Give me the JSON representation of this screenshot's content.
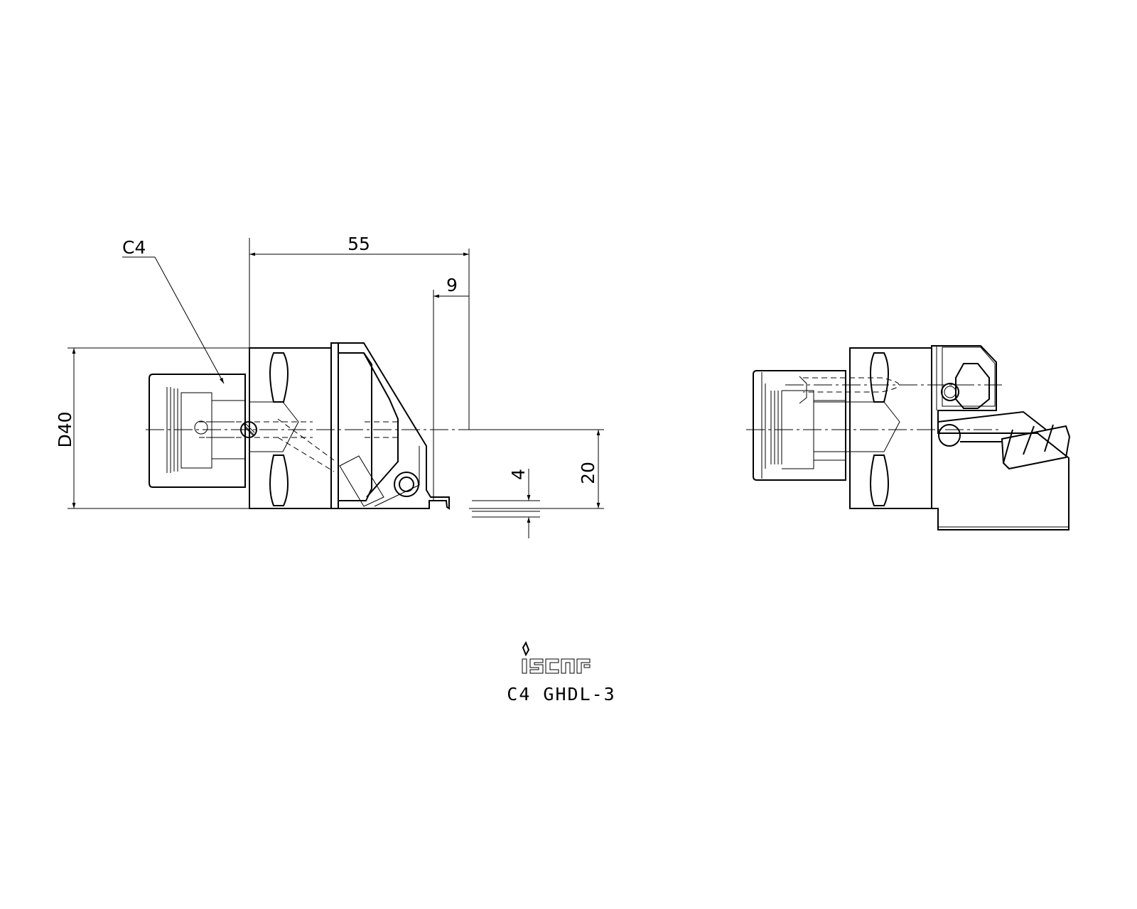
{
  "drawing": {
    "callout_label": "C4",
    "dimensions": {
      "overall_length": "55",
      "offset": "9",
      "diameter": "D40",
      "height": "20",
      "width": "4"
    },
    "brand_logo": "iscar",
    "part_number": "C4  GHDL-3"
  }
}
